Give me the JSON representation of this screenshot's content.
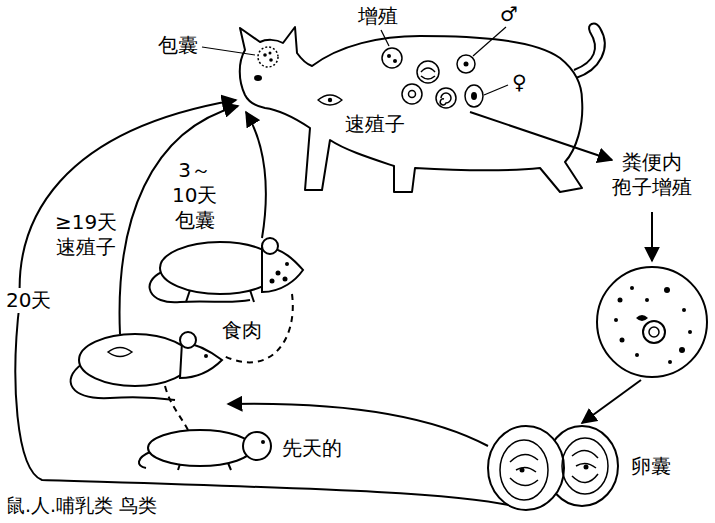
{
  "diagram": {
    "nodes": [
      {
        "text": [
          "粪便内 孢子增殖"
        ]
      },
      {
        "text": [
          "卵囊"
        ]
      }
    ],
    "edges": [
      {
        "from": 0,
        "to": 1,
        "arrow": "to"
      }
    ],
    "labels": [
      "包囊",
      "增殖",
      "♂",
      "♀",
      "速殖子",
      "3～10天 包囊",
      "≥19天 速殖子",
      "20天",
      "食肉",
      "先天的",
      "鼠.人.哺乳类 鸟类"
    ]
  }
}
